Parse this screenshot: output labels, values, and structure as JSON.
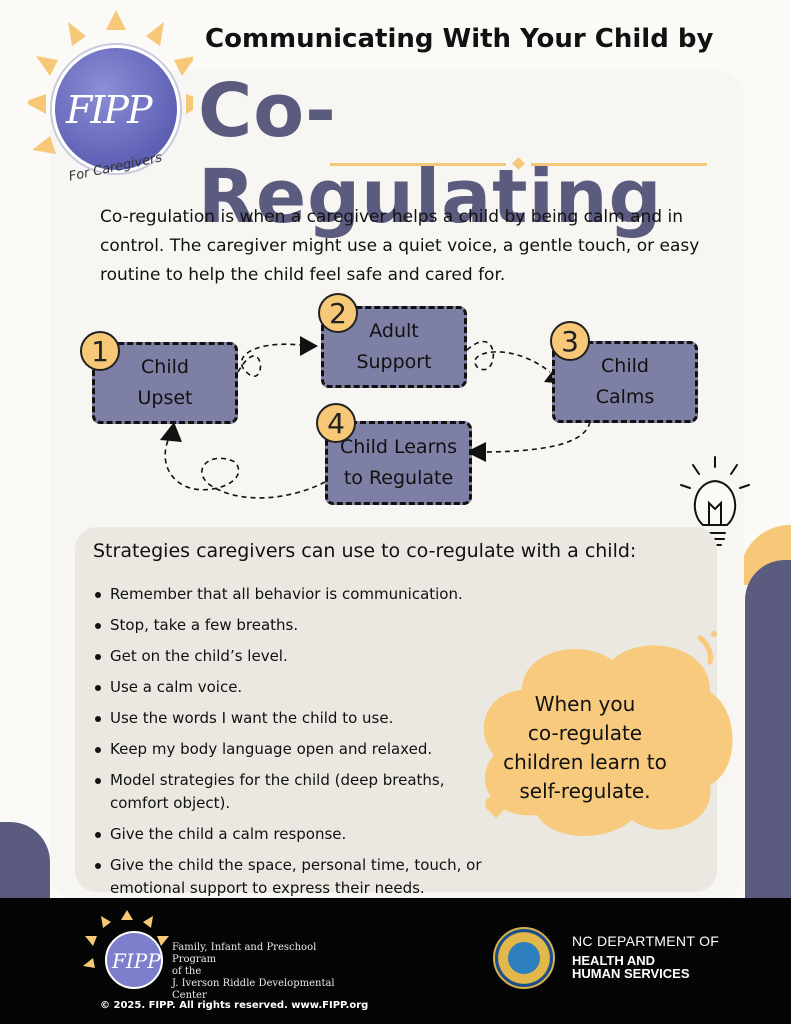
{
  "header": {
    "logo_text": "FIPP",
    "logo_tagline": "For Caregivers",
    "subtitle": "Communicating With Your Child by",
    "title": "Co-Regulating"
  },
  "intro": "Co-regulation is when a caregiver helps a child by being calm and in control. The caregiver might use a quiet voice, a gentle touch, or easy routine to help the child feel safe and cared for.",
  "cycle": [
    {
      "number": "1",
      "label_line1": "Child",
      "label_line2": "Upset"
    },
    {
      "number": "2",
      "label_line1": "Adult",
      "label_line2": "Support"
    },
    {
      "number": "3",
      "label_line1": "Child",
      "label_line2": "Calms"
    },
    {
      "number": "4",
      "label_line1": "Child Learns",
      "label_line2": "to Regulate"
    }
  ],
  "strategies": {
    "title": "Strategies caregivers can use to co-regulate with a child:",
    "items": [
      "Remember that all behavior is communication.",
      "Stop, take a few breaths.",
      "Get on the child’s level.",
      "Use a calm voice.",
      "Use the words I want the child to use.",
      "Keep my body language open and relaxed.",
      "Model strategies for the child (deep breaths, comfort object).",
      "Give the child a calm response.",
      "Give the child the space, personal time, touch, or emotional support to express their needs."
    ]
  },
  "callout": {
    "line1": "When you",
    "line2": "co-regulate",
    "line3": "children learn to",
    "line4": "self-regulate."
  },
  "footer": {
    "org_line1": "Family, Infant and Preschool Program",
    "org_line2": "of the",
    "org_line3": "J. Iverson Riddle Developmental Center",
    "copyright": "© 2025. FIPP. All rights reserved. www.FIPP.org",
    "dept_line1": "NC DEPARTMENT OF",
    "dept_line2": "HEALTH AND",
    "dept_line3": "HUMAN SERVICES"
  },
  "colors": {
    "accent_navy": "#5a5b7e",
    "node_fill": "#7e7fa4",
    "peach": "#f6c878",
    "panel": "#ebe8e2"
  }
}
